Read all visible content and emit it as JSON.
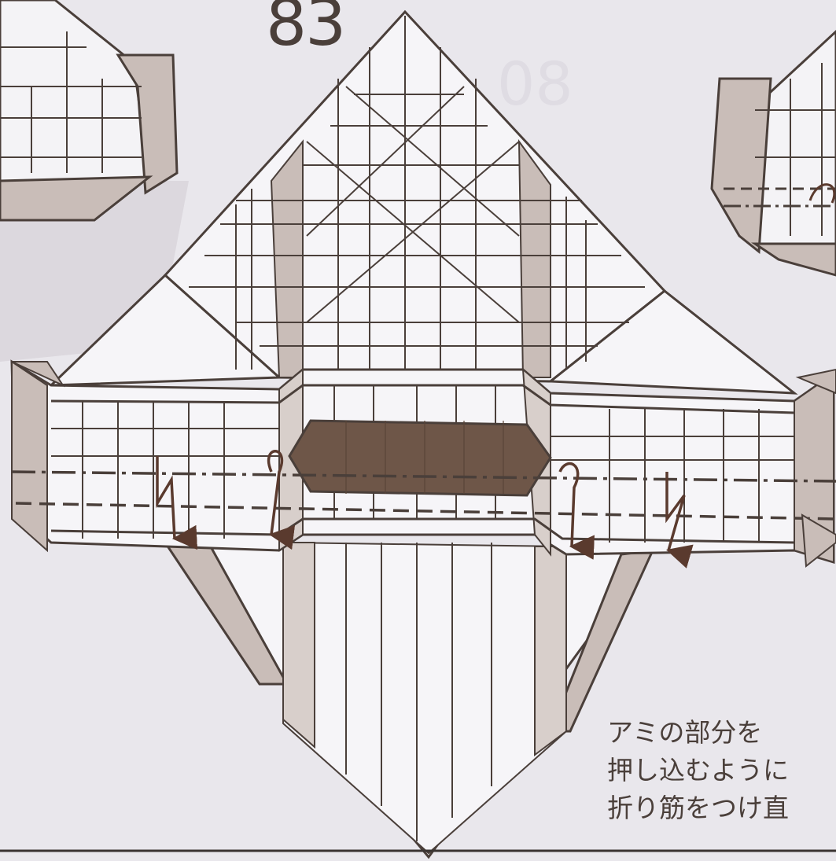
{
  "step": {
    "number": "83",
    "ghost_number": "08"
  },
  "caption": {
    "lines": [
      "アミの部分を",
      "押し込むように",
      "折り筋をつけ直"
    ]
  },
  "colors": {
    "paper": "#f6f5f8",
    "background": "#e9e7ec",
    "shade": "#c9bdb8",
    "outline": "#4a3f3a",
    "hatched": "#6e5648",
    "arrow": "#5a3a2e"
  }
}
